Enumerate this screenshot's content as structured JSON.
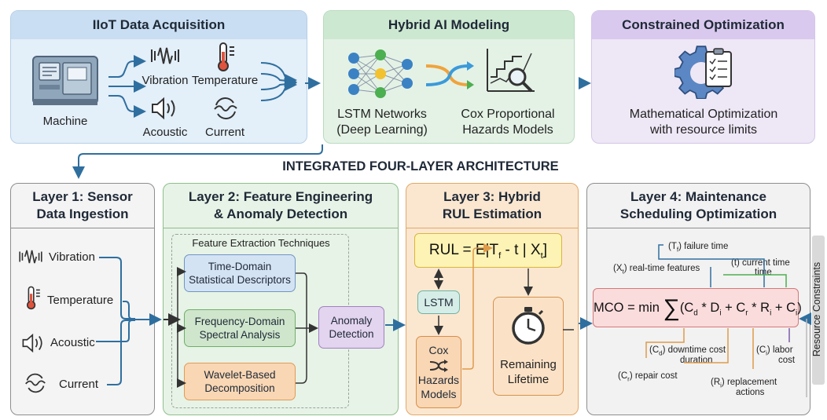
{
  "top": {
    "iiot": {
      "title": "IIoT Data Acquisition",
      "machine": "Machine",
      "vibration": "Vibration",
      "temperature": "Temperature",
      "acoustic": "Acoustic",
      "current": "Current"
    },
    "hybrid": {
      "title": "Hybrid AI Modeling",
      "lstm1": "LSTM Networks",
      "lstm2": "(Deep Learning)",
      "cox1": "Cox Proportional",
      "cox2": "Hazards Models"
    },
    "constrained": {
      "title": "Constrained Optimization",
      "desc1": "Mathematical Optimization",
      "desc2": "with resource limits"
    }
  },
  "section_title": "INTEGRATED FOUR-LAYER ARCHITECTURE",
  "layers": {
    "l1": {
      "t1": "Layer 1: Sensor",
      "t2": "Data Ingestion",
      "vibration": "Vibration",
      "temperature": "Temperature",
      "acoustic": "Acoustic",
      "current": "Current"
    },
    "l2": {
      "t1": "Layer 2: Feature Engineering",
      "t2": "& Anomaly Detection",
      "group": "Feature Extraction Techniques",
      "time1": "Time-Domain",
      "time2": "Statistical Descriptors",
      "freq1": "Frequency-Domain",
      "freq2": "Spectral Analysis",
      "wave1": "Wavelet-Based",
      "wave2": "Decomposition",
      "anom1": "Anomaly",
      "anom2": "Detection"
    },
    "l3": {
      "t1": "Layer 3: Hybrid",
      "t2": "RUL Estimation",
      "rul_a": "RUL = E|T",
      "rul_sub1": "f",
      "rul_b": " - t | X",
      "rul_sub2": "t",
      "rul_c": "]",
      "lstm": "LSTM",
      "cox1": "Cox",
      "cox2": "Hazards",
      "cox3": "Models",
      "rem1": "Remaining",
      "rem2": "Lifetime"
    },
    "l4": {
      "t1": "Layer 4: Maintenance",
      "t2": "Scheduling Optimization",
      "constraints": "Resource Constraints",
      "mco_lhs": "MCO = min ",
      "sigma": "∑",
      "mco_a": "(C",
      "sub_d": "d",
      "mco_b": " * D",
      "sub_i": "i",
      "mco_c": " + C",
      "sub_r": "r",
      "mco_d": " * R",
      "mco_e": " + C",
      "mco_f": ")"
    }
  },
  "ann": {
    "tf_a": "(T",
    "tf_sub": "f",
    "tf_b": ") failure time",
    "ct": "(t) current time",
    "time": "time",
    "xt_a": "(X",
    "xt_sub": "t",
    "xt_b": ") real-time features",
    "cd_a": "(C",
    "cd_sub": "d",
    "cd_b": ") downtime cost",
    "duration": "duration",
    "ci_a": "(C",
    "ci_sub": "i",
    "ci_b": ") labor",
    "cost": "cost",
    "cr_a": "(C",
    "cr_sub": "r",
    "cr_b": ") repair cost",
    "ri_a": "(R",
    "ri_sub": "i",
    "ri_b": ") replacement",
    "actions": "actions"
  }
}
